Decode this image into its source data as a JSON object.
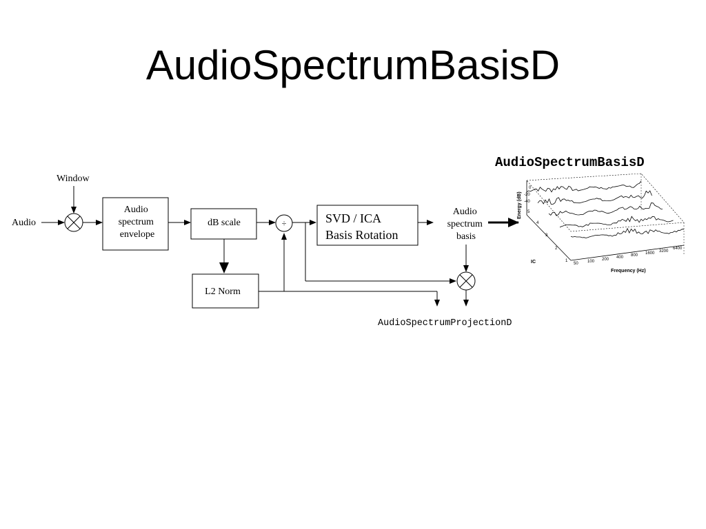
{
  "slide": {
    "title": "AudioSpectrumBasisD"
  },
  "diagram": {
    "input_audio": "Audio",
    "input_window": "Window",
    "envelope": [
      "Audio",
      "spectrum",
      "envelope"
    ],
    "db_scale": "dB scale",
    "l2_norm": "L2 Norm",
    "divide_symbol": "÷",
    "svd_ica": [
      "SVD / ICA",
      "Basis Rotation"
    ],
    "basis_output": [
      "Audio",
      "spectrum",
      "basis"
    ],
    "projection_output": "AudioSpectrumProjectionD"
  },
  "plot": {
    "title": "AudioSpectrumBasisD",
    "zlabel": "Energy (dB)",
    "ylabel": "IC",
    "xlabel": "Frequency (Hz)",
    "z_ticks": [
      "0",
      "-20",
      "-40"
    ],
    "y_ticks": [
      "1",
      "2",
      "3",
      "4",
      "5"
    ],
    "x_ticks": [
      "50",
      "100",
      "200",
      "400",
      "800",
      "1600",
      "3200",
      "6400"
    ]
  }
}
